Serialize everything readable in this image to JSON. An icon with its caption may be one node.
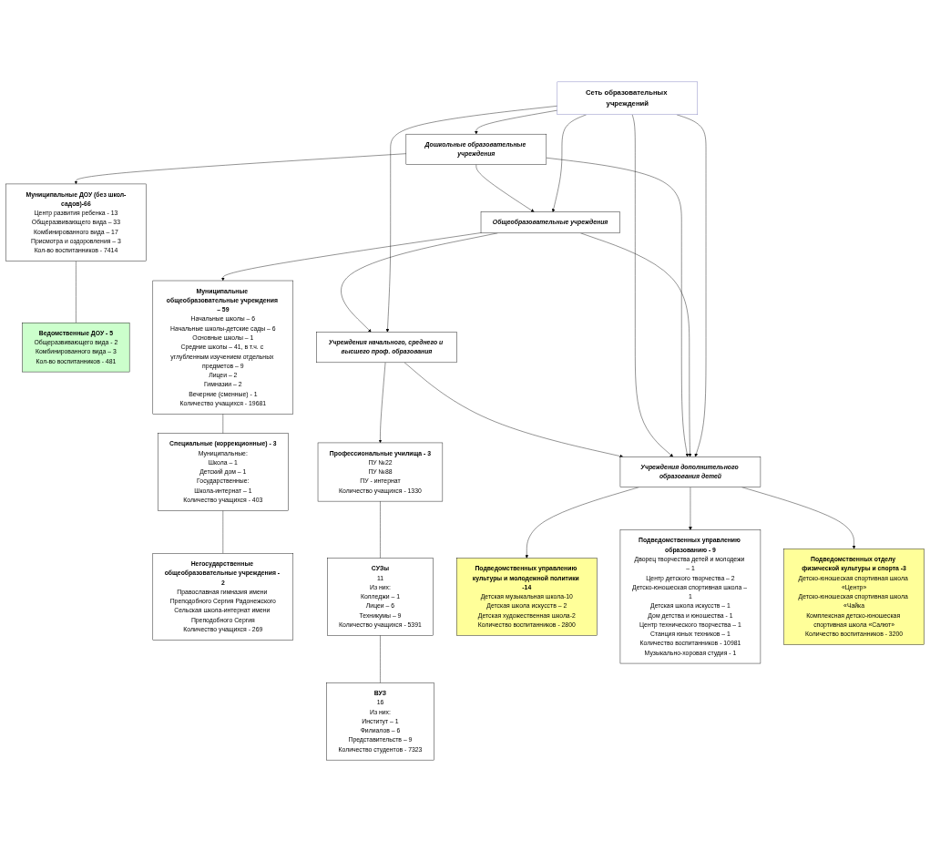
{
  "diagram": {
    "nodes": [
      {
        "text": [
          "Сеть образовательных учреждений"
        ]
      },
      {
        "text": [
          "Дошкольные образовательные учреждения"
        ]
      },
      {
        "text": [
          "Общеобразовательные учреждения"
        ]
      },
      {
        "text": [
          "Учреждения начального, среднего и высшего проф. образования"
        ]
      },
      {
        "text": [
          "Муниципальные ДОУ (без школ-садов)-66",
          "Центр развития ребенка - 13",
          "Общеразвивающего вида – 33",
          "Комбинированного вида – 17",
          "Присмотра и оздоровления – 3",
          "Кол-во воспитанников - 7414"
        ]
      },
      {
        "text": [
          "Ведомственные ДОУ - 5",
          "Общеразвивающего вида - 2",
          "Комбинированного вида – 3",
          "Кол-во воспитанников - 481"
        ]
      },
      {
        "text": [
          "Муниципальные общеобразовательные учреждения – 59",
          "Начальные школы – 6",
          "Начальные школы-детские сады – 6",
          "Основные школы – 1",
          "Средние школы – 41, в т.ч. с углубленным изучением отдельных предметов – 9",
          "Лицеи – 2",
          "Гимназии – 2",
          "Вечерние (сменные) - 1",
          "Количество учащихся - 19681"
        ]
      },
      {
        "text": [
          "Специальные (коррекционные) - 3",
          "Муниципальные:",
          "Школа – 1",
          "Детский дом – 1",
          "Государственные:",
          "Школа-интернат – 1",
          "Количество учащихся - 403"
        ]
      },
      {
        "text": [
          "Негосударственные общеобразовательные учреждения - 2",
          "Православная гимназия имени Преподобного Сергия Радонежского",
          "Сельская школа-интернат имени Преподобного Сергия",
          "Количество учащихся - 269"
        ]
      },
      {
        "text": [
          "Профессиональные училища - 3",
          "ПУ №22",
          "ПУ №88",
          "ПУ - интернат",
          "Количество учащихся - 1330"
        ]
      },
      {
        "text": [
          "СУЗы",
          "11",
          "Из них:",
          "Колледжи – 1",
          "Лицеи – 6",
          "Техникумы – 9",
          "Количество учащихся - 5391"
        ]
      },
      {
        "text": [
          "ВУЗ",
          "16",
          "Из них:",
          "Институт – 1",
          "Филиалов – 6",
          "Представительств – 9",
          "Количество студентов - 7323"
        ]
      },
      {
        "text": [
          "Учреждения дополнительного образования детей"
        ]
      },
      {
        "text": [
          "Подведомственных управлению культуры и молодежной политики -14",
          "Детская музыкальная школа-10",
          "Детская школа искусств – 2",
          "Детская художественная школа-2",
          "Количество воспитанников - 2800"
        ]
      },
      {
        "text": [
          "Подведомственных управлению образованию - 9",
          "Дворец творчества детей и молодежи – 1",
          "Центр детского творчества – 2",
          "Детско-юношеская спортивная школа – 1",
          "Детская школа искусств – 1",
          "Дом детства и юношества - 1",
          "Центр технического творчества – 1",
          "Станция юных техников – 1",
          "Количество воспитанников - 10981",
          "Музыкально-хоровая студия - 1"
        ]
      },
      {
        "text": [
          "Подведомственных отделу физической культуры и спорта -3",
          "Детско-юношеская спортивная школа «Центр»",
          "Детско-юношеская спортивная школа «Чайка",
          "Комплексная детско-юношеская спортивная школа «Салют»",
          "Количество воспитанников - 3200"
        ]
      }
    ],
    "edges": [
      {
        "from": 0,
        "to": 1,
        "arrow": "to"
      },
      {
        "from": 0,
        "to": 2,
        "arrow": "to"
      },
      {
        "from": 0,
        "to": 3,
        "arrow": "to"
      },
      {
        "from": 1,
        "to": 2,
        "arrow": "to"
      },
      {
        "from": 2,
        "to": 3,
        "arrow": "to"
      },
      {
        "from": 0,
        "to": 12,
        "arrow": "to"
      },
      {
        "from": 2,
        "to": 12,
        "arrow": "to"
      },
      {
        "from": 1,
        "to": 12,
        "arrow": "to"
      },
      {
        "from": 0,
        "to": 12,
        "arrow": "to"
      },
      {
        "from": 3,
        "to": 12,
        "arrow": "to"
      },
      {
        "from": 1,
        "to": 4,
        "arrow": "to"
      },
      {
        "from": 4,
        "to": 5,
        "arrow": "none"
      },
      {
        "from": 2,
        "to": 6,
        "arrow": "to"
      },
      {
        "from": 6,
        "to": 7,
        "arrow": "none"
      },
      {
        "from": 7,
        "to": 8,
        "arrow": "none"
      },
      {
        "from": 3,
        "to": 9,
        "arrow": "to"
      },
      {
        "from": 9,
        "to": 10,
        "arrow": "none"
      },
      {
        "from": 10,
        "to": 11,
        "arrow": "none"
      },
      {
        "from": 12,
        "to": 13,
        "arrow": "to"
      },
      {
        "from": 12,
        "to": 14,
        "arrow": "to"
      },
      {
        "from": 12,
        "to": 15,
        "arrow": "to"
      }
    ]
  }
}
